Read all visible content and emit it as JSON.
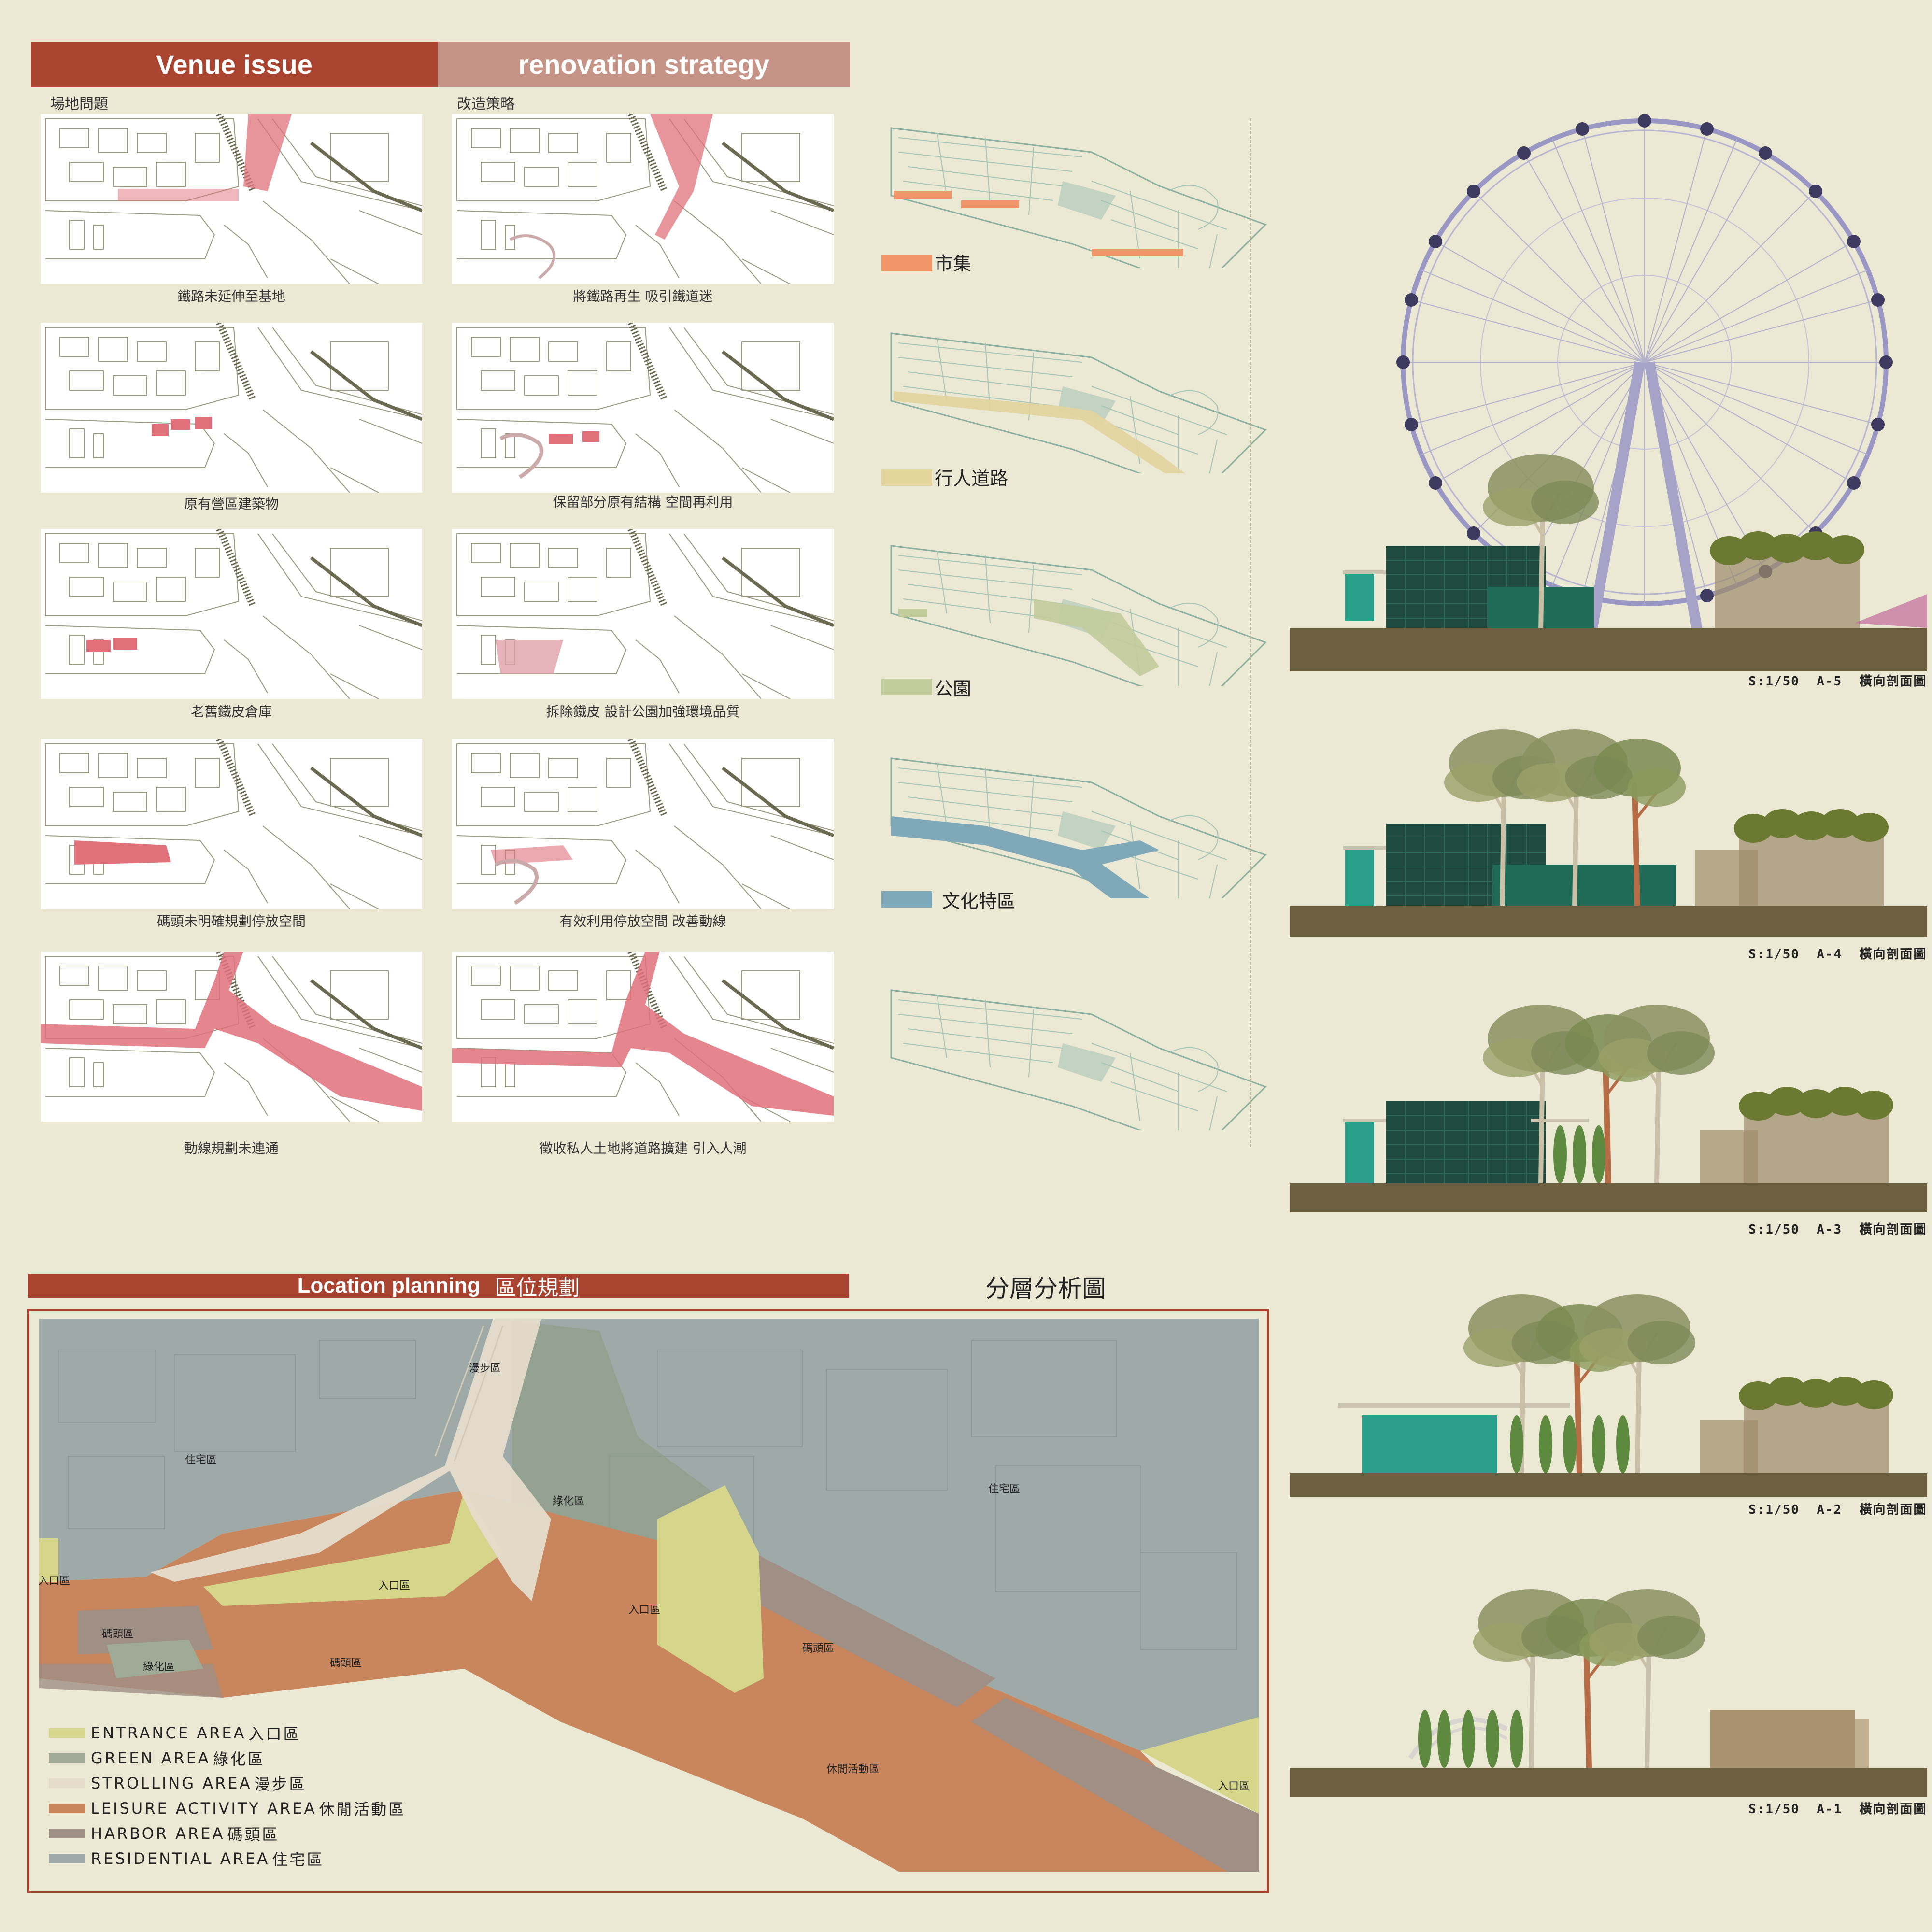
{
  "headers": {
    "venue_issue": "Venue issue",
    "renovation": "renovation strategy",
    "venue_sub": "場地問題",
    "renovation_sub": "改造策略",
    "location": "Location planning",
    "location_cn": "區位規劃",
    "layer_title": "分層分析圖"
  },
  "issues": [
    "鐵路未延伸至基地",
    "原有營區建築物",
    "老舊鐵皮倉庫",
    "碼頭未明確規劃停放空間",
    "動線規劃未連通"
  ],
  "strategies": [
    "將鐵路再生 吸引鐵道迷",
    "保留部分原有結構 空間再利用",
    "拆除鐵皮 設計公園加強環境品質",
    "有效利用停放空間 改善動線",
    "徵收私人土地將道路擴建 引入人潮"
  ],
  "layers": [
    {
      "label": "市集",
      "color": "#f0946a"
    },
    {
      "label": "行人道路",
      "color": "#e3d49c"
    },
    {
      "label": "公園",
      "color": "#c3cc9c"
    },
    {
      "label": "文化特區",
      "color": "#7fa9b8"
    },
    {
      "label": "",
      "color": ""
    }
  ],
  "sections": [
    {
      "scale": "S:1/50",
      "code": "A-5",
      "label": "橫向剖面圖"
    },
    {
      "scale": "S:1/50",
      "code": "A-4",
      "label": "橫向剖面圖"
    },
    {
      "scale": "S:1/50",
      "code": "A-3",
      "label": "橫向剖面圖"
    },
    {
      "scale": "S:1/50",
      "code": "A-2",
      "label": "橫向剖面圖"
    },
    {
      "scale": "S:1/50",
      "code": "A-1",
      "label": "橫向剖面圖"
    }
  ],
  "legend": [
    {
      "en": "ENTRANCE AREA",
      "cn": "入口區",
      "color": "#d6d68a"
    },
    {
      "en": "GREEN AREA",
      "cn": "綠化區",
      "color": "#9fab96"
    },
    {
      "en": "STROLLING AREA",
      "cn": "漫步區",
      "color": "#e6dccb"
    },
    {
      "en": "LEISURE ACTIVITY AREA",
      "cn": "休閒活動區",
      "color": "#c9865d"
    },
    {
      "en": "HARBOR AREA",
      "cn": "碼頭區",
      "color": "#a08f85"
    },
    {
      "en": "RESIDENTIAL AREA",
      "cn": "住宅區",
      "color": "#9eaaa8"
    }
  ],
  "zones": {
    "strolling": "漫步區",
    "residential_left": "住宅區",
    "residential_right": "住宅區",
    "green_mid": "綠化區",
    "entrance_left": "入口區",
    "entrance_mid": "入口區",
    "entrance_mid2": "入口區",
    "entrance_right": "入口區",
    "harbor_left": "碼頭區",
    "green_left": "綠化區",
    "harbor_bottom": "碼頭區",
    "harbor_main": "碼頭區",
    "leisure": "休閒活動區"
  },
  "colors": {
    "header_red": "#a94431",
    "header_pink": "#c59486",
    "highlight_red": "#e0707a",
    "map_line": "#8a8a6a",
    "teal": "#2a8a7a",
    "ground": "#6b5f3f"
  }
}
